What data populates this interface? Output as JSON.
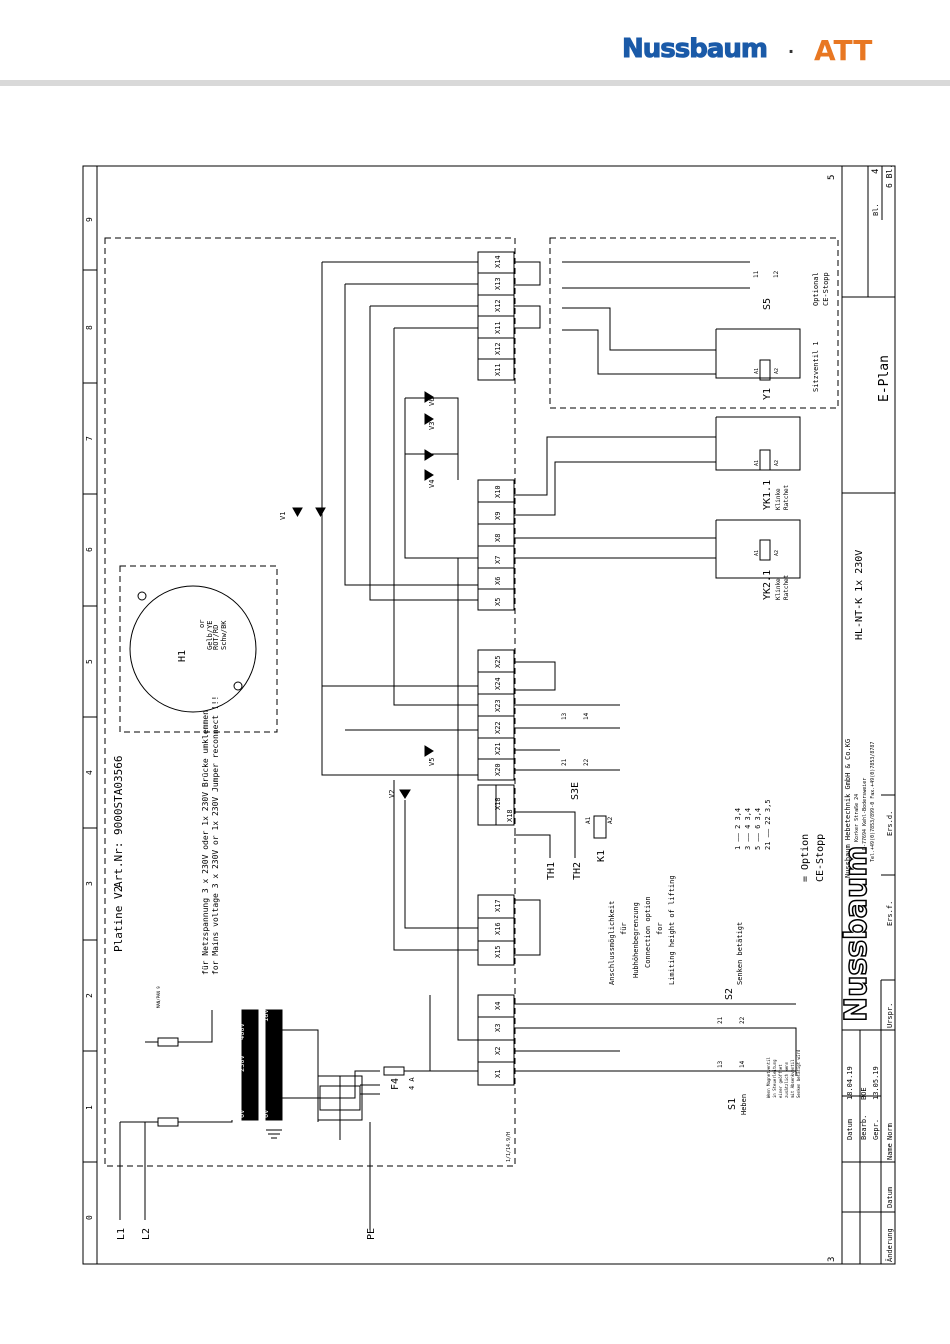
{
  "header": {
    "brand_primary": "Nussbaum",
    "separator": "·",
    "brand_secondary": "ATT",
    "colors": {
      "primary": "#1a5aa8",
      "secondary": "#e87722",
      "rule": "#d9d9d9"
    }
  },
  "drawing": {
    "board_title": "Platine V2",
    "article_no": "Art.Nr: 9000STA03566",
    "jumper_note_de": "für Netzspannung 3 x 230V oder 1x 230V Brücke umklemmen",
    "jumper_note_en": "for Mains voltage 3 x 230V or 1x 230V Jumper reconnect !!!",
    "horn": {
      "ref": "H1",
      "wire_a": "ROT/RD",
      "wire_b": "Schw/BK",
      "wire_c": "or",
      "wire_d": "Gelb/YE"
    },
    "transformer": {
      "primary": "400V",
      "mid": "230V",
      "zero_in": "0V",
      "secondary": "18V",
      "zero_out": "0V"
    },
    "fuse": {
      "ref": "F4",
      "rating": "4 A"
    },
    "diodes": [
      "V1",
      "V2",
      "V3",
      "V4",
      "V5",
      "V6"
    ],
    "terminals_upper": [
      "X14",
      "X13",
      "X12",
      "X11",
      "X12",
      "X11"
    ],
    "terminals_mid": [
      "X10",
      "X9",
      "X8",
      "X7",
      "X6",
      "X5"
    ],
    "terminals_low": [
      "X25",
      "X24",
      "X23",
      "X22",
      "X21",
      "X20"
    ],
    "terminals_x18": [
      "X18",
      "X18"
    ],
    "terminals_x15": [
      "X17",
      "X16",
      "X15"
    ],
    "terminals_x1": [
      "X4",
      "X3",
      "X2",
      "X1"
    ],
    "thermal": [
      "TH1",
      "TH2"
    ],
    "relay": {
      "ref": "K1",
      "a1": "A1",
      "a2": "A2"
    },
    "s3": {
      "ref": "S3E",
      "pins": [
        "13",
        "14",
        "21",
        "22"
      ]
    },
    "s2": {
      "ref": "S2",
      "label": "Senken betätigt",
      "pins": [
        "21",
        "22"
      ]
    },
    "s1": {
      "ref": "S1",
      "label": "Heben",
      "pins": [
        "13",
        "14"
      ]
    },
    "limit_text": [
      "Anschlussmöglichkeit",
      "für",
      "Hubhöhenbegrenzung",
      "Connection option",
      "for",
      "Limiting height of lifting"
    ],
    "option_box": {
      "line1": "= Option",
      "line2": "CE-Stopp"
    },
    "contact_table": [
      "1 —— 2 3,4",
      "3 —— 4 3,4",
      "5 —— 6 3,4",
      "21 —— 22 3,5"
    ],
    "valves": [
      {
        "ref": "YK2.1",
        "sub1": "Klinke",
        "sub2": "Ratchet",
        "a1": "A1",
        "a2": "A2"
      },
      {
        "ref": "YK1.1",
        "sub1": "Klinke",
        "sub2": "Ratchet",
        "a1": "A1",
        "a2": "A2"
      },
      {
        "ref": "Y1",
        "sub1": "Sitzventil 1",
        "a1": "A1",
        "a2": "A2"
      },
      {
        "ref": "S5",
        "sub1": "Optional",
        "sub2": "CE-Stopp",
        "p1": "11",
        "p2": "12"
      }
    ],
    "supply": [
      "L1",
      "L2",
      "PE"
    ],
    "column_numbers": [
      "0",
      "1",
      "2",
      "3",
      "4",
      "5",
      "6",
      "7",
      "8",
      "9"
    ],
    "small_note": "MAN/PAN 9",
    "board_rev": "1/1/14.9/H",
    "wire_note": [
      "Wenn Magnetventil",
      "in Steuerleitung",
      "einer geöffnet",
      "zusätzlich wenn",
      "mit Absenkventil",
      "Senken betätigt wird"
    ]
  },
  "title_block": {
    "company": "Nussbaum Hebetechnik GmbH & Co.KG",
    "street": "Korker Straße 24",
    "city": "D-77694 Kehl-Bodersweier",
    "contact": "Tel.+49(0)7853/899-0  Fax.+49(0)7853/8787",
    "drawing_name": "HL-NT-K 1x 230V",
    "doc_type": "E-Plan",
    "date_label": "Datum",
    "date_value": "18.04.19",
    "edited_label": "Bearb.",
    "edited_value": "BOE",
    "checked_label": "Gepr.",
    "checked_value": "13.05.19",
    "name_label": "Name",
    "norm_label": "Norm",
    "change_label": "Änderung",
    "urspr": "Urspr.",
    "ers_f": "Ers.f.",
    "ers_d": "Ers.d.",
    "sheet_label": "Bl.",
    "sheet_no": "4",
    "sheet_total": "6 Bl.",
    "logo": "Nussbaum",
    "page_left": "3",
    "page_right": "5"
  }
}
